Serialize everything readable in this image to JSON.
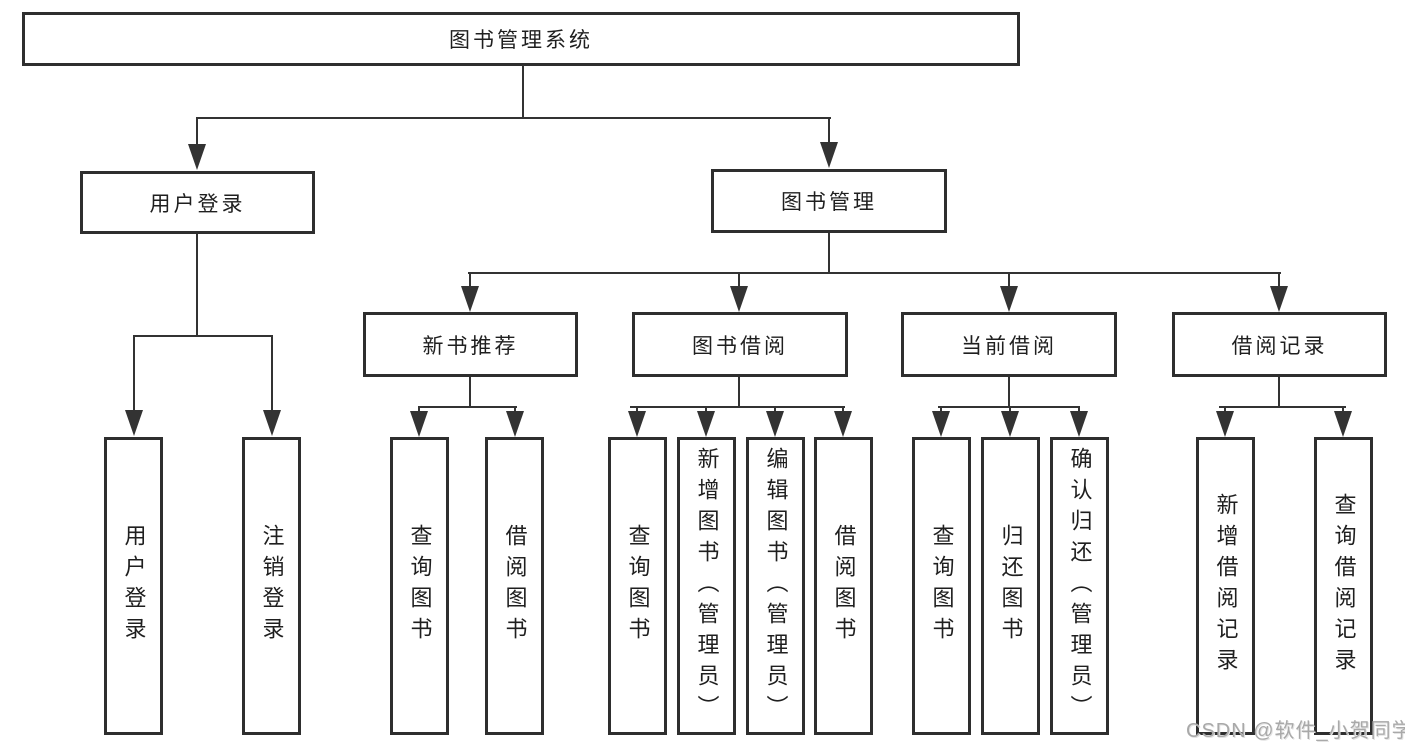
{
  "nodes": {
    "root": {
      "label": "图书管理系统"
    },
    "user_login": {
      "label": "用户登录",
      "children": [
        "用户登录",
        "注销登录"
      ]
    },
    "book_mgmt": {
      "label": "图书管理"
    },
    "new_book": {
      "label": "新书推荐",
      "children": [
        "查询图书",
        "借阅图书"
      ]
    },
    "book_borrow": {
      "label": "图书借阅",
      "children": [
        "查询图书",
        "新增图书（管理员）",
        "编辑图书（管理员）",
        "借阅图书"
      ]
    },
    "current_borrow": {
      "label": "当前借阅",
      "children": [
        "查询图书",
        "归还图书",
        "确认归还（管理员）"
      ]
    },
    "borrow_record": {
      "label": "借阅记录",
      "children": [
        "新增借阅记录",
        "查询借阅记录"
      ]
    }
  },
  "watermark": {
    "text": "CSDN @软件_小贺同学"
  },
  "colors": {
    "line": "#333333",
    "border": "#2e2e2e",
    "text": "#1f1f1f",
    "background": "#ffffff",
    "watermark": "#a9a9a9"
  }
}
